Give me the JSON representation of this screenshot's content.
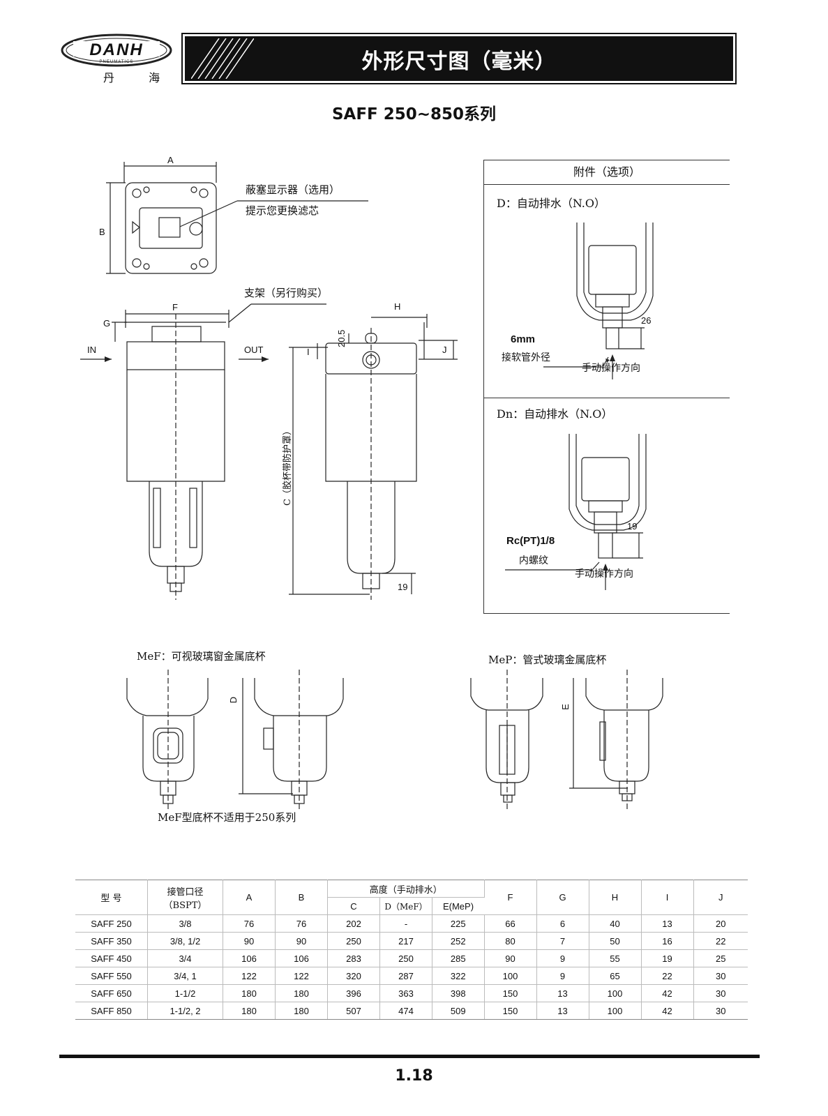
{
  "header": {
    "logo_text": "DANH",
    "logo_sub": "PNEUMATICS",
    "logo_cn": "丹 海",
    "title": "外形尺寸图（毫米）"
  },
  "series_title": "SAFF 250~850系列",
  "drawing": {
    "dim_A": "A",
    "dim_B": "B",
    "indicator_1": "蔽塞显示器（选用）",
    "indicator_2": "提示您更换滤芯",
    "bracket": "支架（另行购买）",
    "dim_F": "F",
    "dim_G": "G",
    "in_label": "IN",
    "out_label": "OUT",
    "dim_H": "H",
    "dim_205": "20.5",
    "dim_I": "I",
    "dim_J": "J",
    "dim_C": "C（胶杯带防护罩）",
    "dim_19": "19"
  },
  "accessories": {
    "heading": "附件（选项）",
    "d_title": "D：自动排水（N.O）",
    "d_size": "6mm",
    "d_tube": "接软管外径",
    "d_dim": "26",
    "d_manual": "手动操作方向",
    "dn_title": "Dn：自动排水（N.O）",
    "dn_thread": "Rc(PT)1/8",
    "dn_inner": "内螺纹",
    "dn_dim": "19",
    "dn_manual": "手动操作方向"
  },
  "bowls": {
    "mef_title": "MeF：可视玻璃窗金属底杯",
    "mef_dim": "D",
    "mef_note": "MeF型底杯不适用于250系列",
    "mep_title": "MeP：管式玻璃金属底杯",
    "mep_dim": "E"
  },
  "table": {
    "h_model": "型 号",
    "h_port": "接管口径",
    "h_port_sub": "（BSPT）",
    "h_A": "A",
    "h_B": "B",
    "h_height": "高度（手动排水）",
    "h_C": "C",
    "h_D": "D（MeF）",
    "h_E": "E(MeP)",
    "h_F": "F",
    "h_G": "G",
    "h_H": "H",
    "h_I": "I",
    "h_J": "J",
    "rows": [
      [
        "SAFF 250",
        "3/8",
        "76",
        "76",
        "202",
        "-",
        "225",
        "66",
        "6",
        "40",
        "13",
        "20"
      ],
      [
        "SAFF 350",
        "3/8, 1/2",
        "90",
        "90",
        "250",
        "217",
        "252",
        "80",
        "7",
        "50",
        "16",
        "22"
      ],
      [
        "SAFF 450",
        "3/4",
        "106",
        "106",
        "283",
        "250",
        "285",
        "90",
        "9",
        "55",
        "19",
        "25"
      ],
      [
        "SAFF 550",
        "3/4, 1",
        "122",
        "122",
        "320",
        "287",
        "322",
        "100",
        "9",
        "65",
        "22",
        "30"
      ],
      [
        "SAFF 650",
        "1-1/2",
        "180",
        "180",
        "396",
        "363",
        "398",
        "150",
        "13",
        "100",
        "42",
        "30"
      ],
      [
        "SAFF 850",
        "1-1/2, 2",
        "180",
        "180",
        "507",
        "474",
        "509",
        "150",
        "13",
        "100",
        "42",
        "30"
      ]
    ]
  },
  "page_number": "1.18"
}
